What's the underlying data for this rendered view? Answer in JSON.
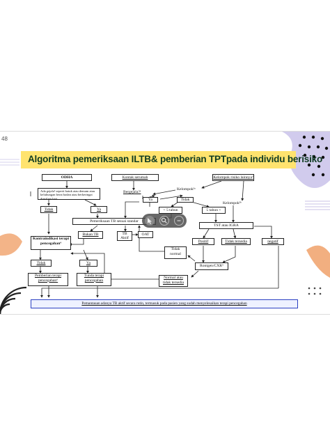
{
  "slide": {
    "page_number": "48",
    "title": "Algoritma pemeriksaan ILTB& pemberian TPTpada individu berisiko"
  },
  "nodes": {
    "odha": "ODHA",
    "kontak_serumah": "Kontak serumah",
    "kelompok_risiko_lainnya": "Kelompok risiko lainnya³",
    "gejala": "Ada gejala¹ seperti batuk atau demam atau keluhungan berat badan atau berkeringat dimalam hari",
    "bergejala": "Bergejala?¹",
    "kelompok_a": "Kelompok³ᵃ",
    "kelompok_b": "Kelompok³ᵇ",
    "ya_top": "Ya",
    "tidak_top": "Tidak",
    "tidak_left": "Tidak",
    "ya_left": "Ya",
    "lt5": "< 5 tahun",
    "gt5": "5 tahun +",
    "pemeriksaan_tb": "Pemeriksaan TB sesuai standar",
    "tst_igra": "TST atau IGRA",
    "bukan_tb": "Bukan TB",
    "tb_aktif": "TB Aktif",
    "oat": "OAT",
    "positif": "Positif",
    "tidak_tersedia": "Tidak tersedia",
    "negatif": "negatif",
    "kontraindikasi": "Kontraindikasi terapi pencegahan⁴",
    "tidak_normal": "Tidak normal",
    "rontgen": "Rontgen/CXR⁵",
    "tidak_lower": "Tidak",
    "ya_lower": "Ya",
    "pemberian_terapi": "Pemberian terapi pencegahan⁶",
    "tunda_terapi": "Tunda terapi pencegahan",
    "normal": "Normal atau tidak tersedia"
  },
  "footnote": "Pemantauan adanya TB aktif secara rutin, termasuk pada pasien yang sudah menyelesaikan terapi pencegahan",
  "toolbar": {
    "icons": [
      "cursor-icon",
      "search-icon",
      "minus-icon"
    ]
  },
  "colors": {
    "title_bar": "#ffe36e",
    "title_text": "#0e3b22",
    "footnote_border": "#2a3fc2",
    "dots": "#111111",
    "lavender": "#c9c2ea",
    "orange": "#f0a16a"
  }
}
